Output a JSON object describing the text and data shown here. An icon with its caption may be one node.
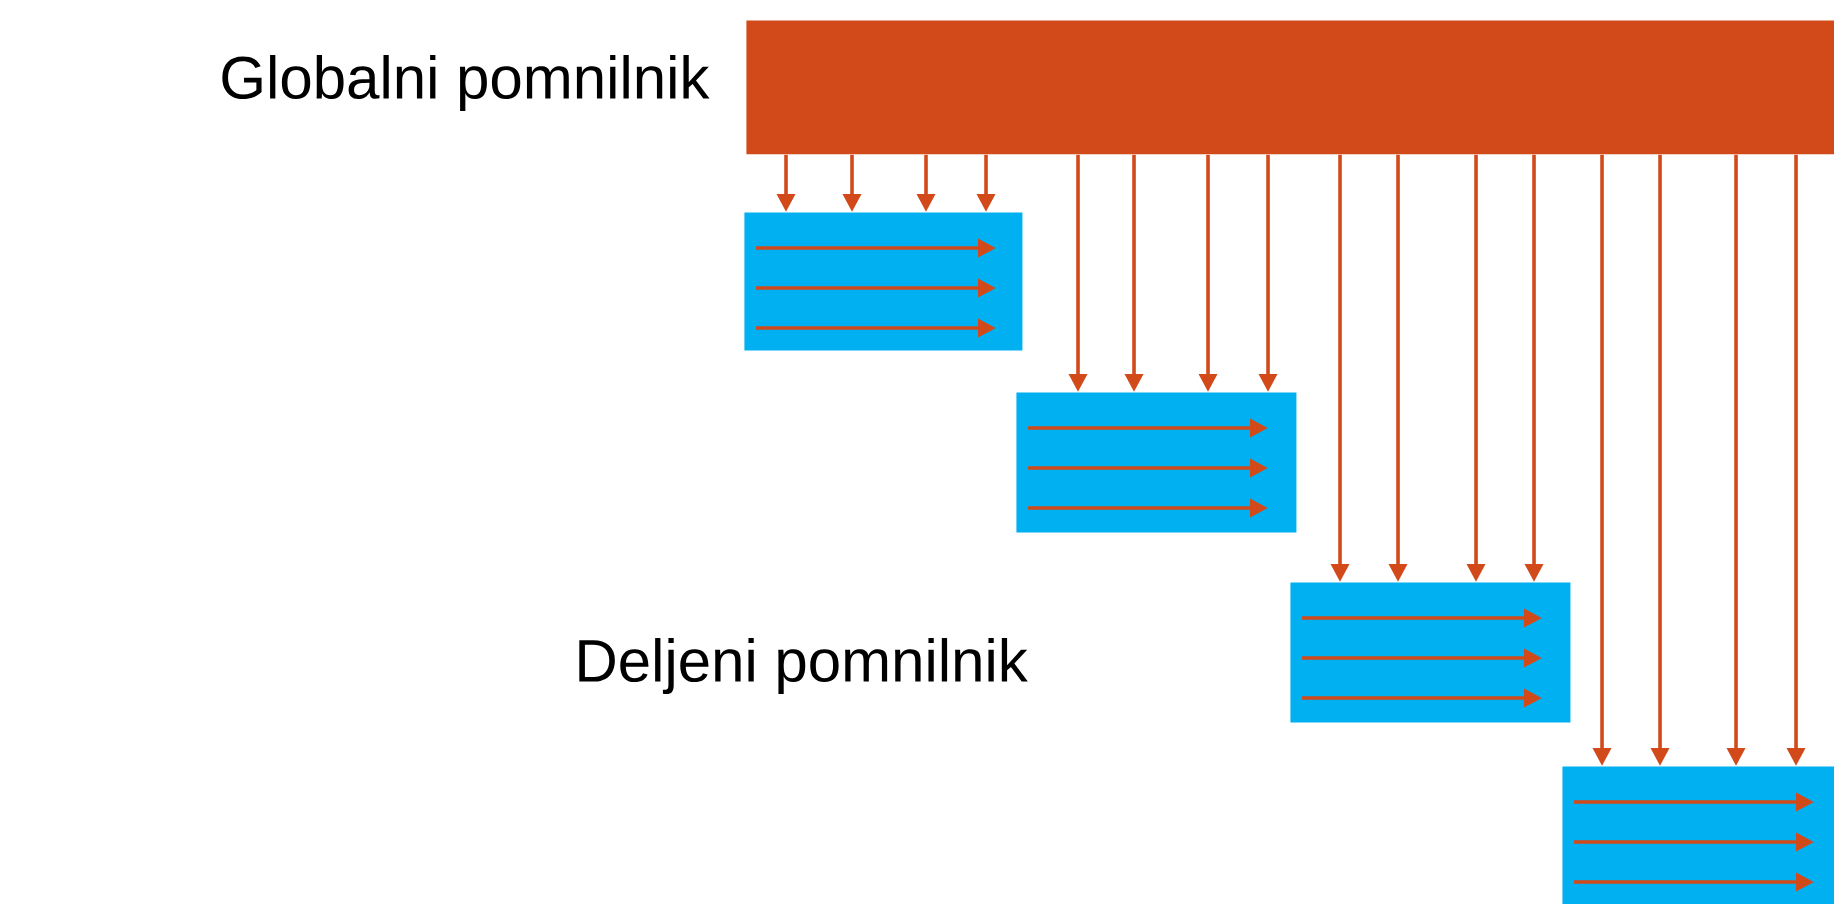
{
  "diagram": {
    "nodes": [
      {
        "text": [],
        "shape": "bar",
        "beside": [
          "Globalni pomnilnik"
        ]
      },
      {
        "text": [],
        "shape": "box"
      },
      {
        "text": [],
        "shape": "box"
      },
      {
        "text": [],
        "shape": "box"
      },
      {
        "text": [],
        "shape": "box"
      }
    ],
    "edges": [
      {
        "from": 0,
        "to": 1,
        "arrow": "to"
      },
      {
        "from": 0,
        "to": 1,
        "arrow": "to"
      },
      {
        "from": 0,
        "to": 1,
        "arrow": "to"
      },
      {
        "from": 0,
        "to": 1,
        "arrow": "to"
      },
      {
        "from": 0,
        "to": 2,
        "arrow": "to"
      },
      {
        "from": 0,
        "to": 2,
        "arrow": "to"
      },
      {
        "from": 0,
        "to": 2,
        "arrow": "to"
      },
      {
        "from": 0,
        "to": 2,
        "arrow": "to"
      },
      {
        "from": 0,
        "to": 3,
        "arrow": "to"
      },
      {
        "from": 0,
        "to": 3,
        "arrow": "to"
      },
      {
        "from": 0,
        "to": 3,
        "arrow": "to"
      },
      {
        "from": 0,
        "to": 3,
        "arrow": "to"
      },
      {
        "from": 0,
        "to": 4,
        "arrow": "to"
      },
      {
        "from": 0,
        "to": 4,
        "arrow": "to"
      },
      {
        "from": 0,
        "to": 4,
        "arrow": "to"
      },
      {
        "from": 0,
        "to": 4,
        "arrow": "to"
      }
    ],
    "labels": [
      "Deljeni pomnilnik"
    ]
  }
}
